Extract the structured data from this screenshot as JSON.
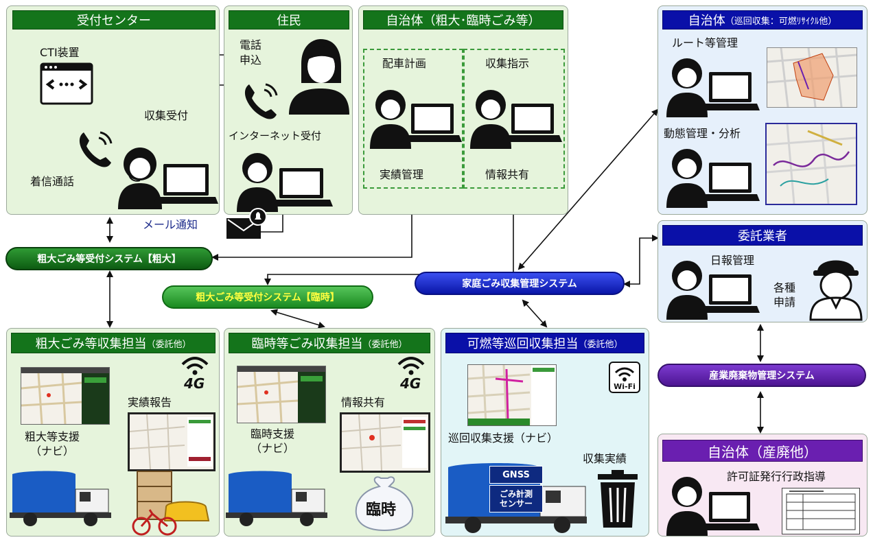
{
  "panels": {
    "reception": {
      "title": "受付センター",
      "cti": "CTI装置",
      "receive_call": "収集受付",
      "incoming": "着信通話"
    },
    "residents": {
      "title": "住民",
      "phone_apply": "電話\n申込",
      "internet": "インターネット受付"
    },
    "bulky_muni": {
      "title": "自治体（粗大･臨時ごみ等）",
      "dispatch": "配車計画",
      "instruct": "収集指示",
      "results": "実績管理",
      "share": "情報共有"
    },
    "route_muni": {
      "title": "自治体",
      "title_sub": "（巡回収集：可燃ﾘｻｲｸﾙ他）",
      "route": "ルート等管理",
      "tracking": "動態管理・分析"
    },
    "contractor": {
      "title": "委託業者",
      "daily": "日報管理",
      "apps": "各種\n申請"
    },
    "bulky_collect": {
      "title": "粗大ごみ等収集担当",
      "title_sub": "（委託他）",
      "nav": "粗大等支援\n（ナビ）",
      "report": "実績報告",
      "net": "4G"
    },
    "temp_collect": {
      "title": "臨時等ごみ収集担当",
      "title_sub": "（委託他）",
      "nav": "臨時支援\n（ナビ）",
      "share": "情報共有",
      "net": "4G",
      "bag": "臨時"
    },
    "patrol_collect": {
      "title": "可燃等巡回収集担当",
      "title_sub": "（委託他）",
      "nav": "巡回収集支援（ナビ）",
      "results": "収集実績",
      "wifi": "Wi-Fi",
      "gnss": "GNSS",
      "sensor": "ごみ計測\nセンサー"
    },
    "industrial_muni": {
      "title": "自治体（産廃他）",
      "permit": "許可証発行行政指導"
    }
  },
  "systems": {
    "bulky": "粗大ごみ等受付システム【粗大】",
    "temp": "粗大ごみ等受付システム【臨時】",
    "household": "家庭ごみ収集管理システム",
    "industrial": "産業廃棄物管理システム"
  },
  "mail_notice": "メール通知",
  "colors": {
    "panel_green": "#e6f4dc",
    "title_green": "#14741b",
    "title_navy": "#0a10a8",
    "title_purple": "#6a1fb0"
  }
}
